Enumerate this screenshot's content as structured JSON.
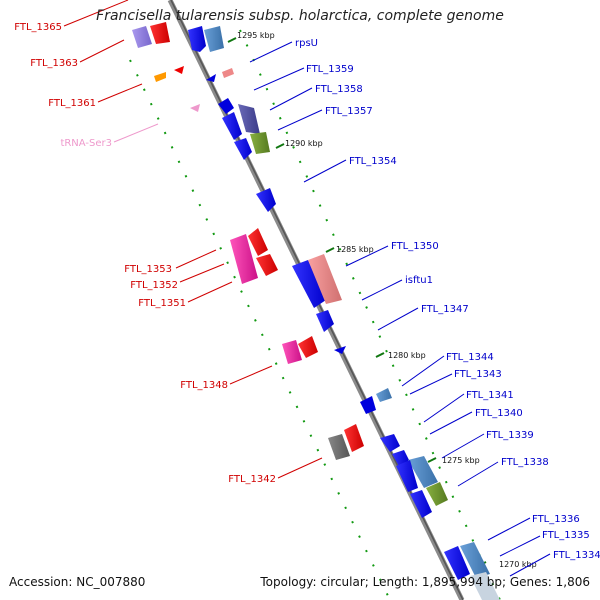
{
  "title": "Francisella tularensis subsp. holarctica, complete genome",
  "footer": {
    "accession": "Accession: NC_007880",
    "topology": "Topology: circular; Length: 1,895,994 bp; Genes: 1,806"
  },
  "ticks": [
    "1295 kbp",
    "1290 kbp",
    "1285 kbp",
    "1280 kbp",
    "1275 kbp",
    "1270 kbp"
  ],
  "left_labels": [
    {
      "text": "FTL_1365",
      "color": "#d00000"
    },
    {
      "text": "FTL_1363",
      "color": "#d00000"
    },
    {
      "text": "FTL_1361",
      "color": "#d00000"
    },
    {
      "text": "tRNA-Ser3",
      "color": "#ee99cc"
    },
    {
      "text": "FTL_1353",
      "color": "#d00000"
    },
    {
      "text": "FTL_1352",
      "color": "#d00000"
    },
    {
      "text": "FTL_1351",
      "color": "#d00000"
    },
    {
      "text": "FTL_1348",
      "color": "#d00000"
    },
    {
      "text": "FTL_1342",
      "color": "#d00000"
    }
  ],
  "right_labels": [
    {
      "text": "rpsU",
      "color": "#0000cc"
    },
    {
      "text": "FTL_1359",
      "color": "#0000cc"
    },
    {
      "text": "FTL_1358",
      "color": "#0000cc"
    },
    {
      "text": "FTL_1357",
      "color": "#0000cc"
    },
    {
      "text": "FTL_1354",
      "color": "#0000cc"
    },
    {
      "text": "FTL_1350",
      "color": "#0000cc"
    },
    {
      "text": "isftu1",
      "color": "#0000cc"
    },
    {
      "text": "FTL_1347",
      "color": "#0000cc"
    },
    {
      "text": "FTL_1344",
      "color": "#0000cc"
    },
    {
      "text": "FTL_1343",
      "color": "#0000cc"
    },
    {
      "text": "FTL_1341",
      "color": "#0000cc"
    },
    {
      "text": "FTL_1340",
      "color": "#0000cc"
    },
    {
      "text": "FTL_1339",
      "color": "#0000cc"
    },
    {
      "text": "FTL_1338",
      "color": "#0000cc"
    },
    {
      "text": "FTL_1336",
      "color": "#0000cc"
    },
    {
      "text": "FTL_1335",
      "color": "#0000cc"
    },
    {
      "text": "FTL_1334",
      "color": "#0000cc"
    }
  ]
}
